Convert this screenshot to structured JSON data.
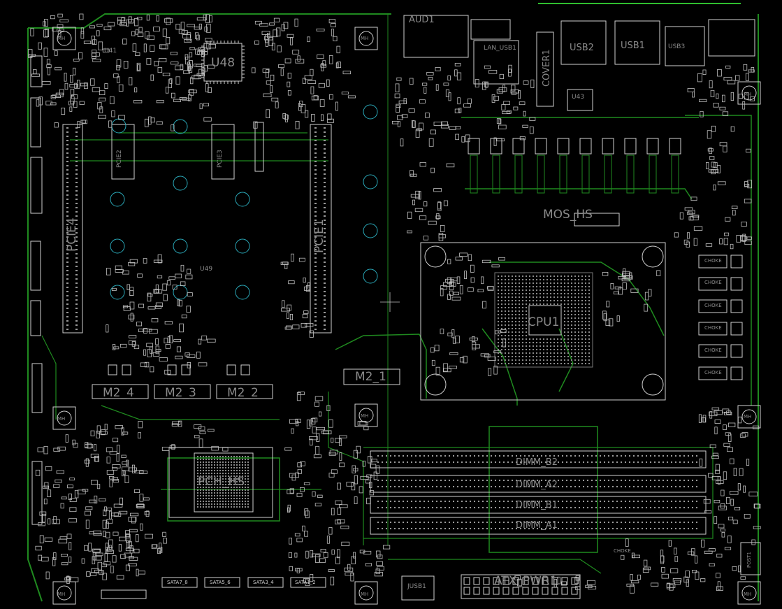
{
  "colors": {
    "background": "#000000",
    "trace": "#1f8a1f",
    "trace_bright": "#2fbf2f",
    "silkscreen": "#cfcfcf",
    "label": "#8a8a8a",
    "hole": "#2aa8b8"
  },
  "labels": {
    "u48": "U48",
    "u49": "U49",
    "u41": "U41",
    "u43": "U43",
    "pcie4": "PCIE4",
    "pcie1": "PCIE1",
    "pcie2": "PCIE2",
    "pcie3": "PCIE3",
    "mos_hs": "MOS_HS",
    "cpu1": "CPU1",
    "m2_1": "M2_1",
    "m2_2": "M2_2",
    "m2_3": "M2_3",
    "m2_4": "M2_4",
    "pch_hs": "PCH_HS",
    "dimm_a1": "DIMM_A1",
    "dimm_a2": "DIMM_A2",
    "dimm_b1": "DIMM_B1",
    "dimm_b2": "DIMM_B2",
    "atx_pwr1": "ATX_PWR1",
    "usb1": "USB1",
    "usb2": "USB2",
    "usb3": "USB3",
    "lan_usb1": "LAN_USB1",
    "cover1": "COVER1",
    "aud1": "AUD1",
    "jusb1": "JUSB1",
    "post1": "POST1",
    "sata1_2": "SATA1_2",
    "sata3_4": "SATA3_4",
    "sata5_6": "SATA5_6",
    "sata7_8": "SATA7_8",
    "choke": "CHOKE",
    "mh": "MH"
  }
}
